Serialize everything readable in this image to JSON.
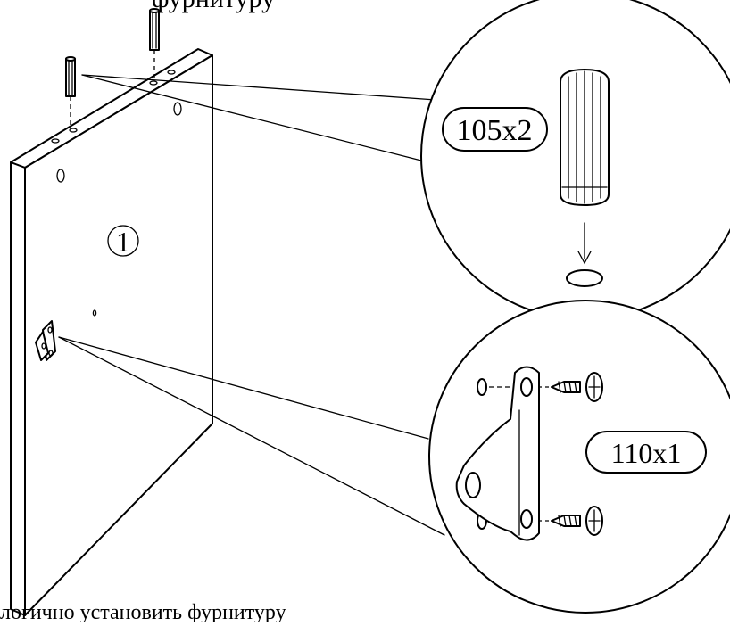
{
  "top_caption": "фурнитуру",
  "bottom_caption": "логично установить фурнитуру",
  "part_number": "1",
  "callouts": {
    "dowel": {
      "label": "105x2",
      "quantity": 2
    },
    "bracket": {
      "label": "110x1",
      "quantity": 1
    }
  }
}
